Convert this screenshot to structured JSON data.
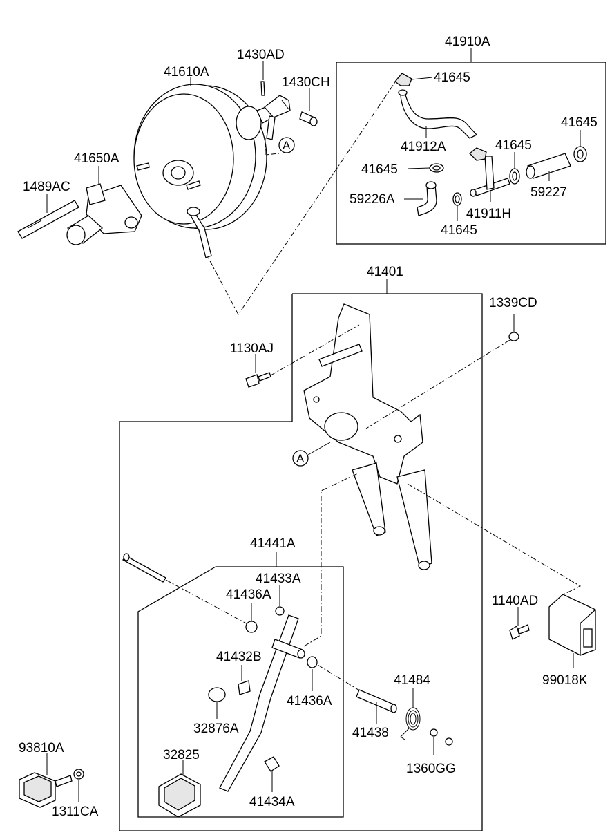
{
  "labels": {
    "p41910A": "41910A",
    "p41645_a": "41645",
    "p41645_b": "41645",
    "p41645_c": "41645",
    "p41645_d": "41645",
    "p41645_e": "41645",
    "p41912A": "41912A",
    "p59226A": "59226A",
    "p41911H": "41911H",
    "p59227": "59227",
    "p41610A": "41610A",
    "p1430AD": "1430AD",
    "p1430CH": "1430CH",
    "p41650A": "41650A",
    "p1489AC": "1489AC",
    "ref_a_top": "A",
    "ref_a_mid": "A",
    "p41401": "41401",
    "p1339CD": "1339CD",
    "p1130AJ": "1130AJ",
    "p41441A": "41441A",
    "p41433A": "41433A",
    "p41436A_a": "41436A",
    "p41432B": "41432B",
    "p41436A_b": "41436A",
    "p32876A": "32876A",
    "p32825": "32825",
    "p41434A": "41434A",
    "p41484": "41484",
    "p41438": "41438",
    "p1360GG": "1360GG",
    "p1140AD": "1140AD",
    "p99018K": "99018K",
    "p93810A": "93810A",
    "p1311CA": "1311CA"
  }
}
